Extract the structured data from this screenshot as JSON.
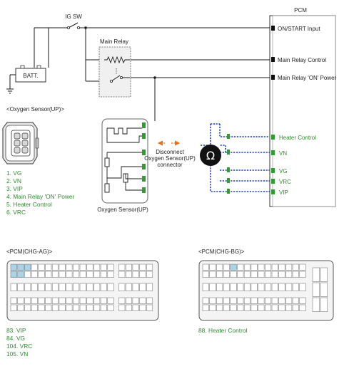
{
  "labels": {
    "ig_sw": "IG SW",
    "pcm": "PCM",
    "main_relay": "Main Relay",
    "batt": "BATT.",
    "pcm_on_start": "ON/START Input",
    "pcm_main_relay_control": "Main Relay Control",
    "pcm_main_relay_on_power": "Main Relay 'ON' Power",
    "pcm_heater_control": "Heater Control",
    "pcm_vn": "VN",
    "pcm_vg": "VG",
    "pcm_vrc": "VRC",
    "pcm_vip": "VIP",
    "disconnect_line1": "Disconnect",
    "disconnect_line2": "Oxygen Sensor(UP)",
    "disconnect_line3": "connector",
    "sensor_caption": "Oxygen Sensor(UP)",
    "sensor_heading": "<Oxygen Sensor(UP)>",
    "pcm_ag_heading": "<PCM(CHG-AG)>",
    "pcm_bg_heading": "<PCM(CHG-BG)>"
  },
  "sensor_pins": [
    {
      "text": "1. VG",
      "color": "#2e8b2e"
    },
    {
      "text": "2. VN",
      "color": "#2e8b2e"
    },
    {
      "text": "3. VIP",
      "color": "#2e8b2e"
    },
    {
      "text": "4. Main Relay 'ON' Power",
      "color": "#2e8b2e"
    },
    {
      "text": "5. Heater Control",
      "color": "#2e8b2e"
    },
    {
      "text": "6. VRC",
      "color": "#2e8b2e"
    }
  ],
  "pcm_ag_pins": [
    {
      "text": "83. VIP"
    },
    {
      "text": "84. VG"
    },
    {
      "text": "104. VRC"
    },
    {
      "text": "105. VN"
    }
  ],
  "pcm_bg_pins": [
    {
      "text": "88. Heater Control"
    }
  ],
  "colors": {
    "wire": "#1a1a1a",
    "signal_wire": "#1f3fbf",
    "terminal": "#2e9e2e",
    "arrow": "#e8701a",
    "highlight_cell": "#a8d4e8"
  }
}
